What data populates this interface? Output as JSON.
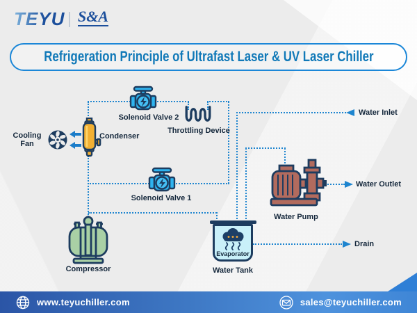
{
  "brand": {
    "logo_primary": "TEYU",
    "logo_secondary": "S&A"
  },
  "title": "Refrigeration Principle of Ultrafast Laser & UV Laser Chiller",
  "diagram": {
    "components": {
      "cooling_fan_l1": "Cooling",
      "cooling_fan_l2": "Fan",
      "condenser": "Condenser",
      "solenoid_valve_2": "Solenoid Valve 2",
      "throttling_device": "Throttling Device",
      "solenoid_valve_1": "Solenoid Valve 1",
      "compressor": "Compressor",
      "evaporator": "Evaporator",
      "water_tank": "Water Tank",
      "water_pump": "Water Pump"
    },
    "ports": {
      "water_inlet": "Water Inlet",
      "water_outlet": "Water Outlet",
      "drain": "Drain"
    }
  },
  "footer": {
    "website": "www.teyuchiller.com",
    "email": "sales@teyuchiller.com"
  },
  "colors": {
    "pipe_blue": "#1e85cf",
    "outline_navy": "#1d3c5f",
    "valve_cyan": "#2fb4f0",
    "condenser_gold": "#f2b033",
    "compressor_green": "#a9d0a5",
    "pump_brick": "#b26b5e",
    "tank_cyan": "#c9f0f9",
    "title_blue": "#1179b8",
    "logo_blue": "#1c4f9c",
    "footer_gradient_left": "#2b55a6",
    "footer_gradient_right": "#4a90dd",
    "background": "#ececec"
  }
}
